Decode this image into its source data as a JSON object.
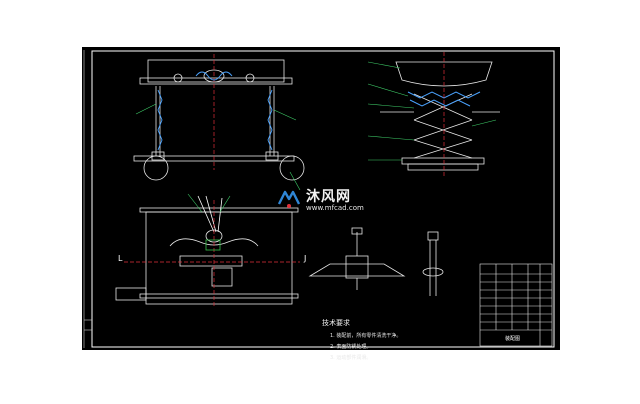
{
  "watermark": {
    "brand_cn": "沐风网",
    "url": "www.mfcad.com"
  },
  "views": {
    "section_left_label": "L",
    "section_right_label": "J"
  },
  "tech_notes": {
    "title": "技术要求",
    "lines": [
      "1. 装配前，所有零件清洗干净。",
      "2. 表面防锈处理。",
      "3. 运动部件润滑。"
    ]
  },
  "title_block": {
    "name": "装配图"
  },
  "colors": {
    "background": "#000000",
    "frame": "#ffffff",
    "outline": "#e8e8e8",
    "centerline": "#e0303a",
    "accent_blue": "#4aa3ff",
    "accent_green": "#37c24a",
    "leader": "#3fd06a"
  }
}
